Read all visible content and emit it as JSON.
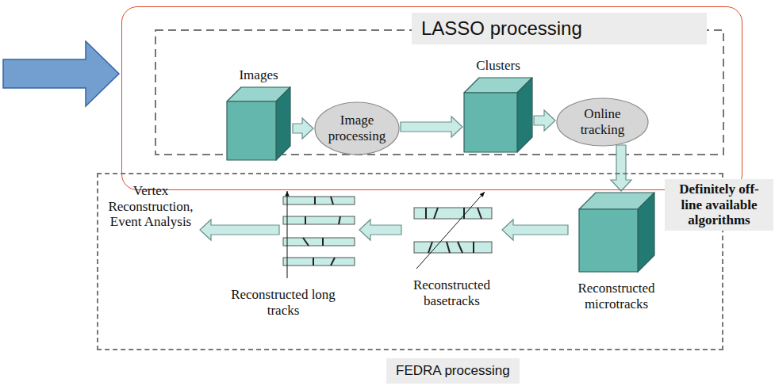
{
  "diagram": {
    "nodes": [
      {
        "text": [
          "LASSO processing"
        ]
      },
      {
        "text": [
          "Images"
        ],
        "in": 0
      },
      {
        "text": [
          "Image processing"
        ],
        "in": 0
      },
      {
        "text": [
          "Clusters"
        ],
        "in": 0
      },
      {
        "text": [
          "Online tracking"
        ],
        "in": 0
      },
      {
        "text": [
          "FEDRA processing"
        ]
      },
      {
        "text": [
          "Reconstructed microtracks"
        ],
        "in": 5
      },
      {
        "text": [
          "Reconstructed basetracks"
        ],
        "in": 5
      },
      {
        "text": [
          "Reconstructed long tracks"
        ],
        "in": 5
      }
    ],
    "edges": [
      {
        "from": 1,
        "to": 2,
        "arrow": "to"
      },
      {
        "from": 2,
        "to": 3,
        "arrow": "to"
      },
      {
        "from": 3,
        "to": 4,
        "arrow": "to"
      },
      {
        "from": 4,
        "to": 6,
        "arrow": "to"
      },
      {
        "from": 6,
        "to": 7,
        "arrow": "to"
      },
      {
        "from": 7,
        "to": 8,
        "arrow": "to"
      }
    ],
    "labels": [
      "Definitely off-line available algorithms",
      "Vertex Reconstruction, Event Analysis"
    ]
  }
}
